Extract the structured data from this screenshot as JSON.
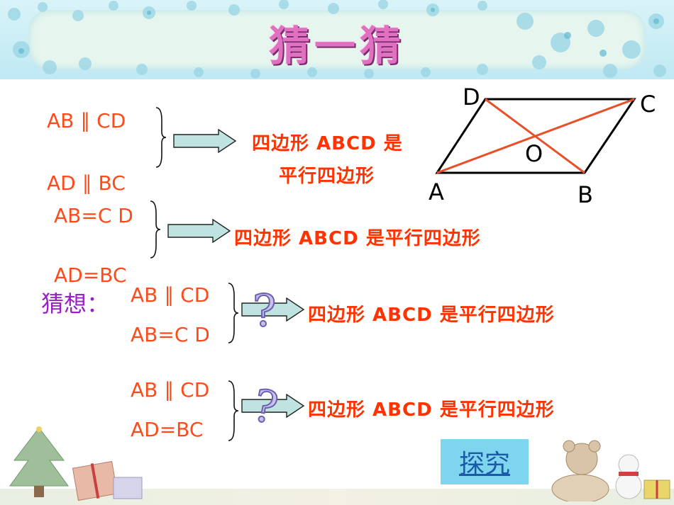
{
  "title": "猜一猜",
  "colors": {
    "condition": "#ff4a1a",
    "conclusion": "#ff3300",
    "guess": "#9a1ec8",
    "diagonal": "#e8502a"
  },
  "block1": {
    "line1": "AB ∥ CD",
    "line2": "AD ∥ BC",
    "conclusion_line1": "四边形 ABCD 是",
    "conclusion_line2": "平行四边形"
  },
  "block2": {
    "line1": "AB=C D",
    "line2": "AD=BC",
    "conclusion": "四边形 ABCD 是平行四边形"
  },
  "guess": {
    "label": "猜想：",
    "q1": {
      "line1": "AB ∥ CD",
      "line2": "AB=C D",
      "conclusion": "四边形 ABCD 是平行四边形"
    },
    "q2": {
      "line1": "AB ∥ CD",
      "line2": "AD=BC",
      "conclusion": "四边形 ABCD 是平行四边形"
    }
  },
  "diagram": {
    "points": {
      "A": "A",
      "B": "B",
      "C": "C",
      "D": "D",
      "O": "O"
    }
  },
  "explore_link": "探究",
  "icons": [
    "arrow-right-icon",
    "question-mark-icon",
    "christmas-tree-icon",
    "gift-box-icon",
    "teddy-bear-icon",
    "snowman-icon"
  ]
}
